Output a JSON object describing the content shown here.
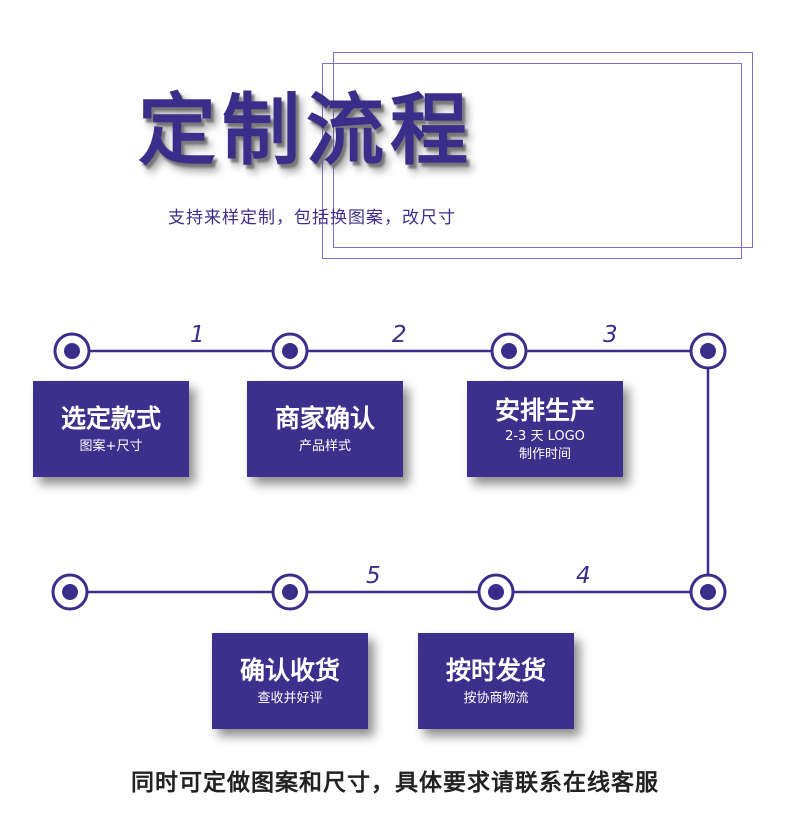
{
  "header": {
    "title": "定制流程",
    "subtitle": "支持来样定制，包括换图案，改尺寸"
  },
  "steps": {
    "labels": [
      "1",
      "2",
      "3",
      "4",
      "5"
    ],
    "s1": {
      "title": "选定款式",
      "sub": "图案+尺寸"
    },
    "s2": {
      "title": "商家确认",
      "sub": "产品样式"
    },
    "s3": {
      "title": "安排生产",
      "sub1": "2-3 天 LOGO",
      "sub2": "制作时间"
    },
    "s4": {
      "title": "按时发货",
      "sub": "按协商物流"
    },
    "s5": {
      "title": "确认收货",
      "sub": "查收并好评"
    }
  },
  "footer": {
    "text": "同时可定做图案和尺寸，具体要求请联系在线客服"
  },
  "colors": {
    "accent": "#3d2f8c",
    "line": "#3a2e8a",
    "frame": "#7b73c9"
  }
}
